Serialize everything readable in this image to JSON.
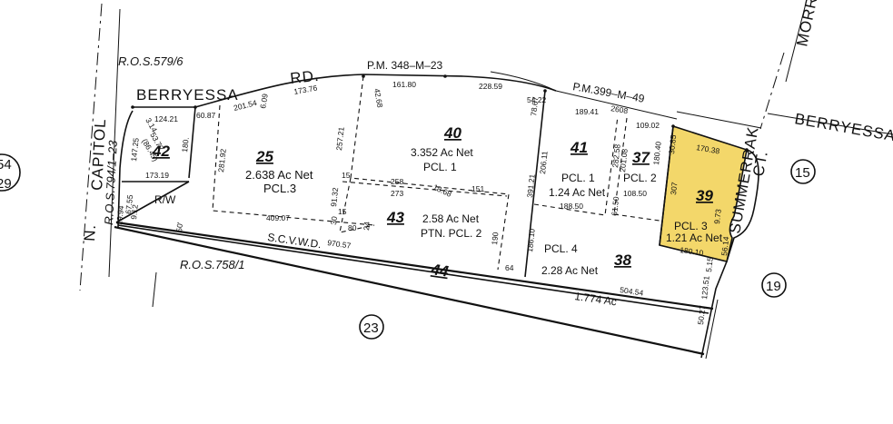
{
  "highlight_color": "#f3d76a",
  "streets": {
    "berryessa_west": "BERRYESSA",
    "rd": "RD.",
    "berryessa_east": "BERRYESSA",
    "n": "N.",
    "capitol": "CAPITOL",
    "summerrak": "SUMMERRAK",
    "ct": "CT.",
    "morr": "MORR",
    "rw": "R/W",
    "scvwd": "S.C.V.W.D."
  },
  "refs": {
    "ros_579": "R.O.S.579/6",
    "pm_348": "P.M. 348–M–23",
    "pm_399": "P.M.399–M–49",
    "ros_794": "R.O.S.794/1–23",
    "ros_758": "R.O.S.758/1"
  },
  "parcels": {
    "p25": {
      "num": "25",
      "acres": "2.638 Ac Net",
      "pcl": "PCL.3"
    },
    "p40": {
      "num": "40",
      "acres": "3.352 Ac Net",
      "pcl": "PCL. 1"
    },
    "p41": {
      "num": "41",
      "pcl": "PCL. 1",
      "acres": "1.24 Ac Net"
    },
    "p37": {
      "num": "37",
      "pcl": "PCL. 2"
    },
    "p39": {
      "num": "39",
      "pcl": "PCL. 3",
      "acres": "1.21 Ac Net"
    },
    "p42": {
      "num": "42"
    },
    "p43": {
      "num": "43",
      "acres": "2.58 Ac Net",
      "pcl": "PTN. PCL. 2"
    },
    "p38": {
      "num": "38",
      "pcl": "PCL. 4",
      "acres": "2.28 Ac Net"
    },
    "p44": {
      "num": "44",
      "acres": "1.774 Ac"
    }
  },
  "circles": {
    "c54": "54",
    "c29": "29",
    "c15": "15",
    "c19": "19",
    "c23": "23"
  },
  "dims": {
    "d201_54": "201.54",
    "d6_09": "6.09",
    "d173_76": "173.76",
    "d42_68": "42.68",
    "d161_80": "161.80",
    "d228_59": "228.59",
    "d54_22": "54.22",
    "d2608": "2608",
    "d109_02": "109.02",
    "d189_41": "189.41",
    "d78_67": "78.67",
    "d30_85": "30.85",
    "d170_38": "170.38",
    "d60_87": "60.87",
    "d124_21": "124.21",
    "d147_25": "147.25",
    "d86_45": "(86.45)",
    "d53_72": "53.72",
    "d3_14": "3.14",
    "d180": "180.",
    "d173_19": "173.19",
    "d281_92": "281.92",
    "d257_21": "257.21",
    "d15a": "15",
    "d258": "258",
    "d273": "273",
    "d18_68": "18.68",
    "d151": "151",
    "d91_32": "91.32",
    "d30": "30",
    "d15b": "15",
    "d80": "80",
    "d24": "24",
    "d409_07": "409.07",
    "d190": "190",
    "d206_11": "206.11",
    "d391_21": "391.21",
    "d282_58": "282.58",
    "d201_08": "201.08",
    "d180_40": "180.40",
    "d108_50": "108.50",
    "d188_50": "188.50",
    "d61_50": "61.50",
    "d307": "307",
    "d180_10": "180.10",
    "d9_73": "9.73",
    "d56_14": "56.14",
    "d5_15": "5.15",
    "d186_10": "186.10",
    "d64": "64",
    "d970_57": "970.57",
    "d504_54": "504.54",
    "d123_51": "123.51",
    "d50_27": "50.27",
    "d67_55": "67.55",
    "d9_12": "9.12",
    "d19_94": "19.94",
    "d50p": "50'"
  }
}
